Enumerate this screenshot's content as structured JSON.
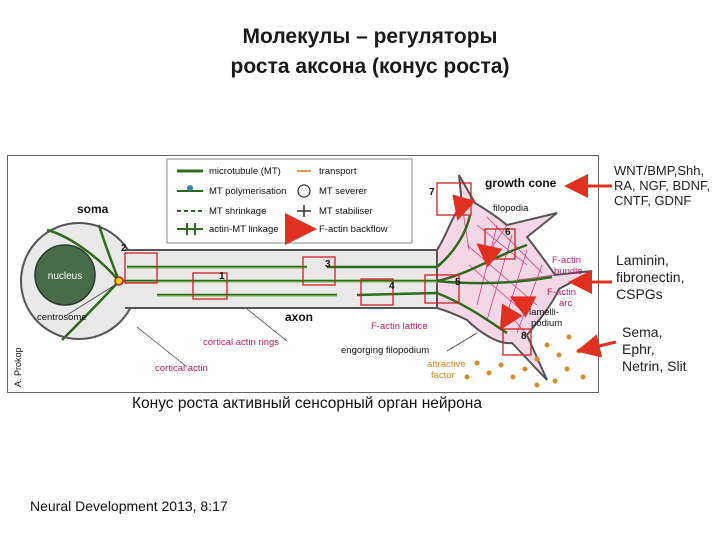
{
  "title": {
    "line1": "Молекулы – регуляторы",
    "line2": "роста аксона (конус роста)"
  },
  "figure": {
    "legend": {
      "microtubule": "microtubule (MT)",
      "mt_polymerisation": "MT polymerisation",
      "mt_shrinkage": "MT shrinkage",
      "actin_mt_linkage": "actin-MT linkage",
      "transport": "transport",
      "mt_severer": "MT severer",
      "mt_stabiliser": "MT stabiliser",
      "f_actin_backflow": "F-actin backflow"
    },
    "labels": {
      "soma": "soma",
      "nucleus": "nucleus",
      "centrosome": "centrosome",
      "axon": "axon",
      "growth_cone": "growth cone",
      "filopodia": "filopodia",
      "f_actin_bundle_1": "F-actin",
      "f_actin_bundle_2": "bundle",
      "f_actin_arc_1": "F-actin",
      "f_actin_arc_2": "arc",
      "lamellipodium_1": "lamelli-",
      "lamellipodium_2": "podium",
      "f_actin_lattice": "F-actin lattice",
      "engorging_filopodium": "engorging filopodium",
      "cortical_actin_rings": "cortical actin rings",
      "cortical_actin": "cortical actin",
      "attractive_factor_1": "attractive",
      "attractive_factor_2": "factor",
      "author": "A. Prokop",
      "n1": "1",
      "n2": "2",
      "n3": "3",
      "n4": "4",
      "n5": "5",
      "n6": "6",
      "n7": "7",
      "n8": "8"
    },
    "colors": {
      "microtubule": "#2e6b1f",
      "actin": "#c21a6b",
      "cone_fill": "#f4d7e6",
      "axon_fill": "#e9e9e9",
      "nucleus": "#4a6b4a",
      "factor": "#d98a2a",
      "arrow": "#e03020",
      "box": "#cc2222"
    }
  },
  "side_labels": {
    "group1": {
      "line1": "WNT/BMP,Shh,",
      "line2": "RA, NGF, BDNF,",
      "line3": "CNTF, GDNF"
    },
    "group2": {
      "line1": "Laminin,",
      "line2": "fibronectin,",
      "line3": "CSPGs"
    },
    "group3": {
      "line1": "Sema,",
      "line2": "Ephr,",
      "line3": "Netrin, Slit"
    }
  },
  "caption": "Конус роста активный сенсорный орган нейрона",
  "citation": "Neural Development 2013, 8:17"
}
